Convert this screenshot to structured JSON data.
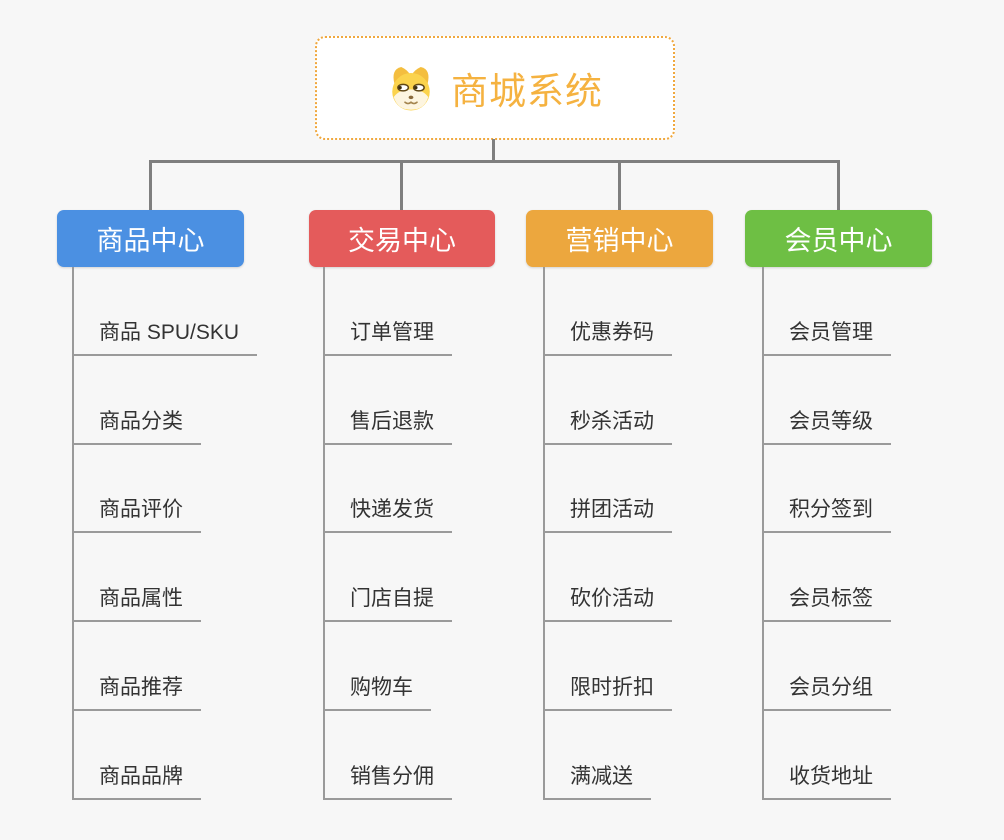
{
  "root": {
    "title": "商城系统",
    "icon": "dog-face-icon"
  },
  "branches": [
    {
      "label": "商品中心",
      "color": "#4b90e2",
      "children": [
        "商品 SPU/SKU",
        "商品分类",
        "商品评价",
        "商品属性",
        "商品推荐",
        "商品品牌"
      ]
    },
    {
      "label": "交易中心",
      "color": "#e45b5b",
      "children": [
        "订单管理",
        "售后退款",
        "快递发货",
        "门店自提",
        "购物车",
        "销售分佣"
      ]
    },
    {
      "label": "营销中心",
      "color": "#eca73e",
      "children": [
        "优惠券码",
        "秒杀活动",
        "拼团活动",
        "砍价活动",
        "限时折扣",
        "满减送"
      ]
    },
    {
      "label": "会员中心",
      "color": "#6ebf44",
      "children": [
        "会员管理",
        "会员等级",
        "积分签到",
        "会员标签",
        "会员分组",
        "收货地址"
      ]
    }
  ],
  "colors": {
    "background": "#f7f7f7",
    "root_border": "#f0a83e",
    "root_text": "#f5b240",
    "connector": "#7f7f7f",
    "subtopic_line": "#9a9a9a",
    "subtopic_text": "#333333"
  }
}
